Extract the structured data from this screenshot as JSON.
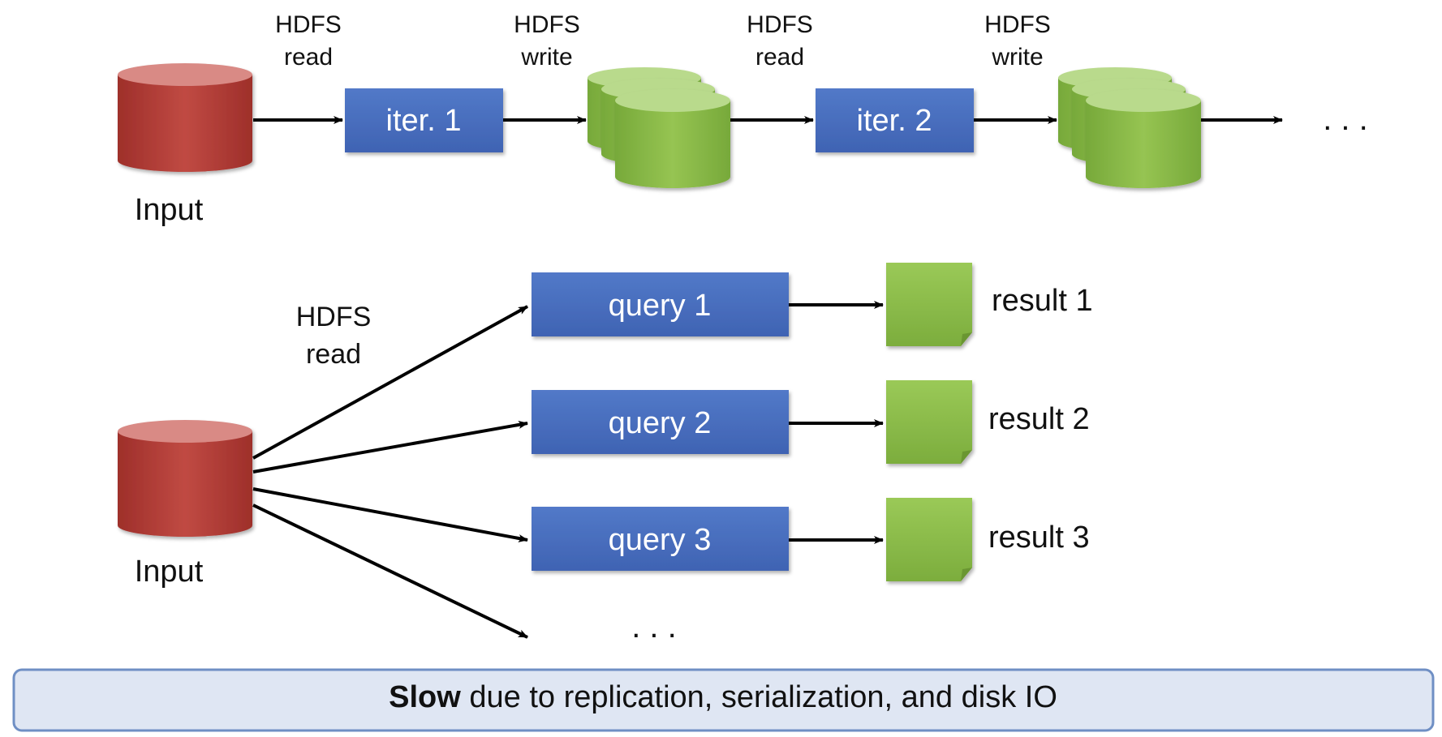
{
  "top_row": {
    "input_label": "Input",
    "hdfs_read_1": {
      "line1": "HDFS",
      "line2": "read"
    },
    "hdfs_write_1": {
      "line1": "HDFS",
      "line2": "write"
    },
    "hdfs_read_2": {
      "line1": "HDFS",
      "line2": "read"
    },
    "hdfs_write_2": {
      "line1": "HDFS",
      "line2": "write"
    },
    "iter1_label": "iter. 1",
    "iter2_label": "iter. 2",
    "ellipsis": ". . ."
  },
  "bottom_row": {
    "input_label": "Input",
    "hdfs_read": {
      "line1": "HDFS",
      "line2": "read"
    },
    "queries": [
      {
        "label": "query 1",
        "result": "result 1"
      },
      {
        "label": "query 2",
        "result": "result 2"
      },
      {
        "label": "query 3",
        "result": "result 3"
      }
    ],
    "ellipsis": ". . ."
  },
  "banner": {
    "bold": "Slow",
    "rest": " due to replication, serialization, and disk IO"
  },
  "colors": {
    "input_cylinder": "#b8403a",
    "storage_cylinder": "#8dbc4a",
    "process_box": "#4a6fc0",
    "result_note": "#8dbc4a",
    "banner_fill": "#dfe6f3",
    "banner_border": "#6f8fc4"
  }
}
